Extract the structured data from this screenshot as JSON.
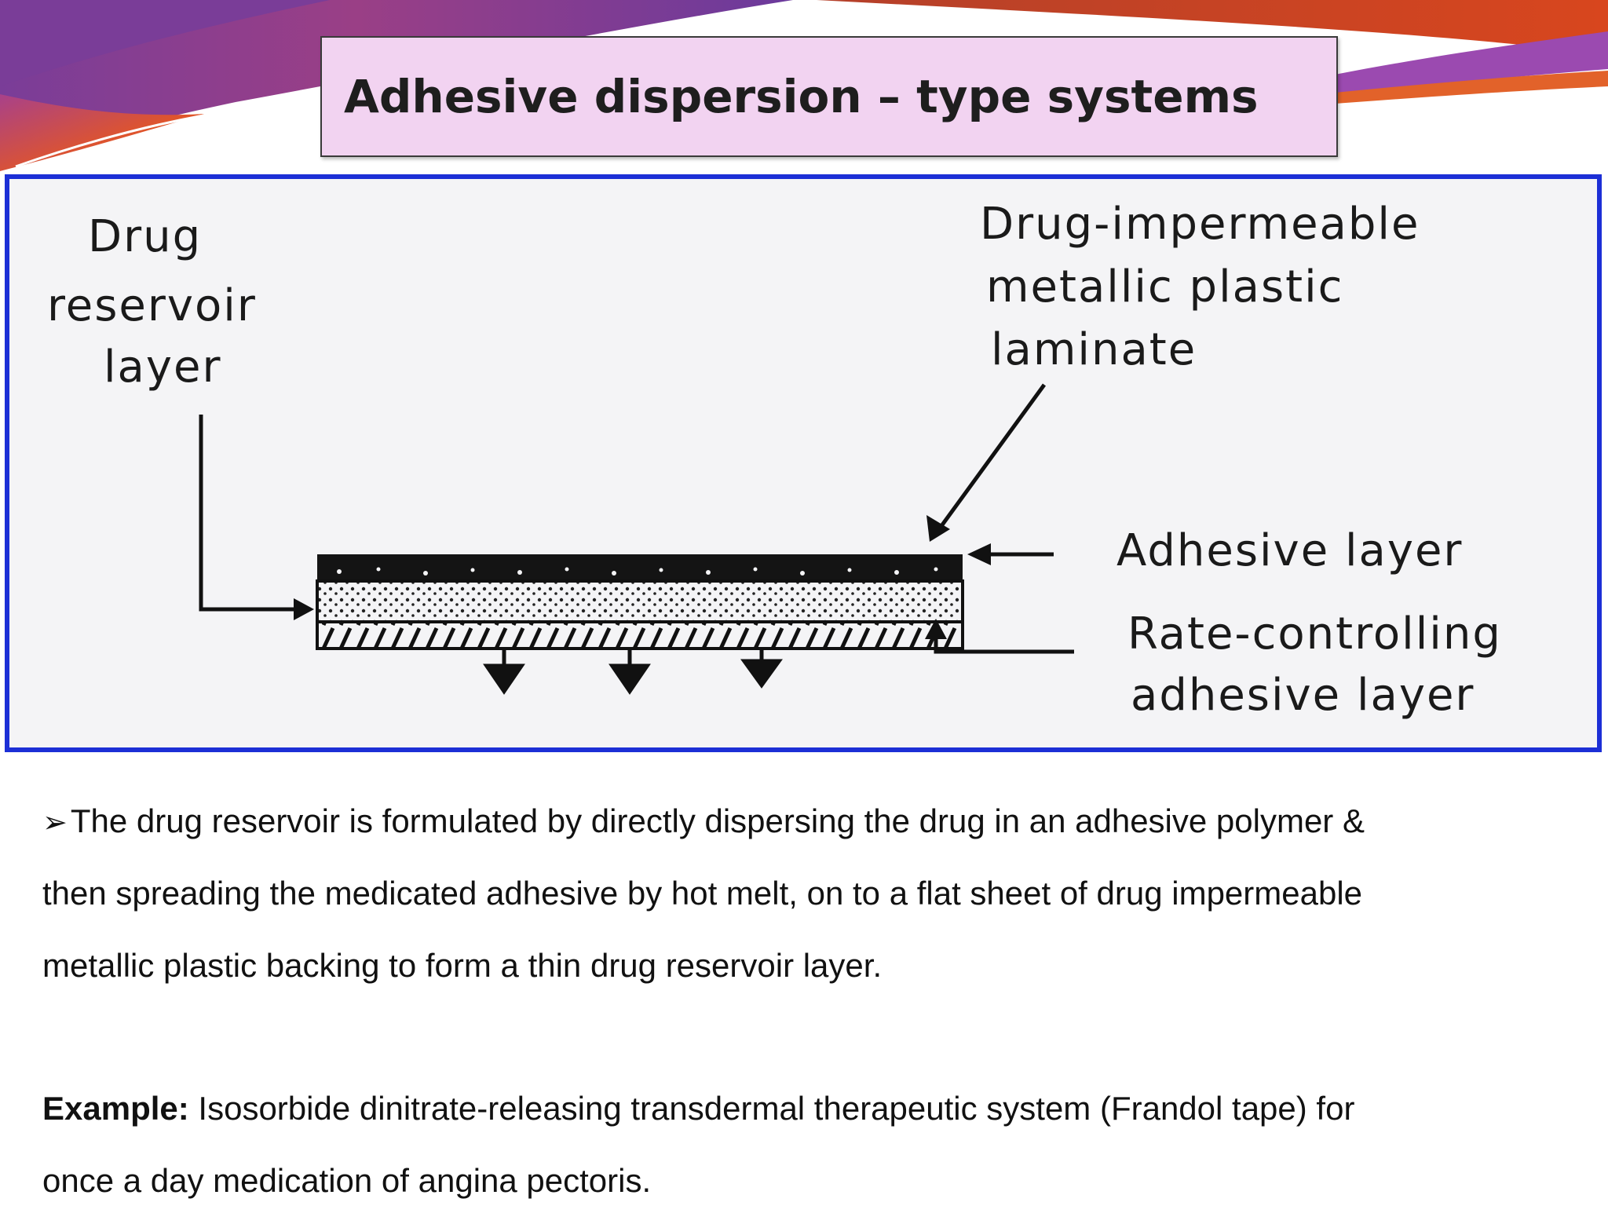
{
  "title": "Adhesive dispersion – type systems",
  "diagram": {
    "label_reservoir": [
      "Drug",
      "reservoir",
      "layer"
    ],
    "label_laminate": [
      "Drug-impermeable",
      "metallic plastic",
      "laminate"
    ],
    "label_adhesive": "Adhesive layer",
    "label_rate_controlling": [
      "Rate-controlling",
      "adhesive layer"
    ]
  },
  "body": {
    "bullet_symbol": "➢",
    "bullet_lines": [
      "The drug reservoir is formulated by directly dispersing the drug in an adhesive polymer  &",
      "then spreading the medicated adhesive by hot melt, on to a flat sheet of drug  impermeable",
      "metallic plastic backing to form a thin drug reservoir layer."
    ],
    "example_label": "Example:",
    "example_line1": " Isosorbide dinitrate-releasing transdermal therapeutic system (Frandol tape) for",
    "example_line2": "once a day medication of angina pectoris."
  },
  "colors": {
    "title_bg": "#f2d3f1",
    "frame_border": "#1c2fd6",
    "deco_purple": "#7b3f96",
    "deco_orange": "#e45a1e"
  }
}
